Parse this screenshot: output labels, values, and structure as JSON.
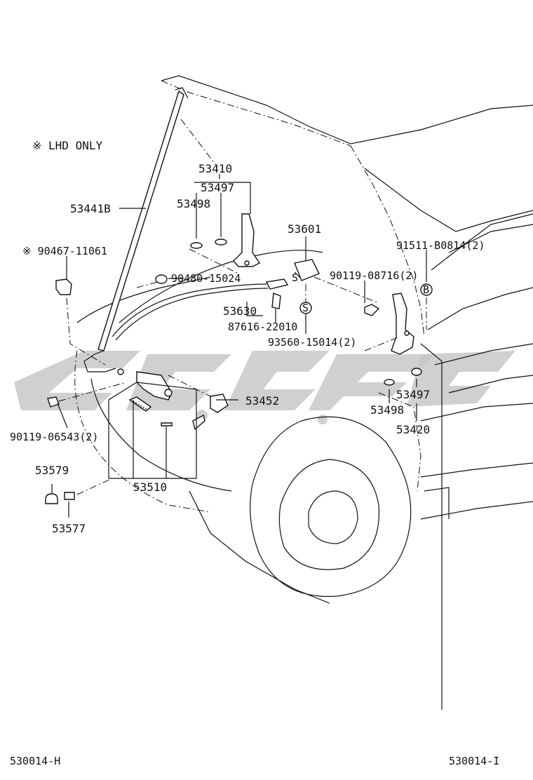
{
  "note": "※ LHD ONLY",
  "labels": {
    "p53410": "53410",
    "p53497a": "53497",
    "p53498a": "53498",
    "p53441B": "53441B",
    "p90467": "※ 90467-11061",
    "p90480": "90480-15024",
    "p53601": "53601",
    "p91511": "91511-B0814(2)",
    "p90119a": "90119-08716(2)",
    "p53630": "53630",
    "p87616": "87616-22010",
    "p93560": "93560-15014(2)",
    "p53452": "53452",
    "p53497b": "53497",
    "p53498b": "53498",
    "p53420": "53420",
    "p90119b": "90119-06543(2)",
    "p53579": "53579",
    "p53510": "53510",
    "p53577": "53577"
  },
  "callouts": {
    "s1": "S",
    "s2": "S",
    "b": "B"
  },
  "footer": {
    "left": "530014-H",
    "right": "530014-I"
  },
  "colors": {
    "ink": "#111111",
    "watermark": "#c8c8c8"
  }
}
